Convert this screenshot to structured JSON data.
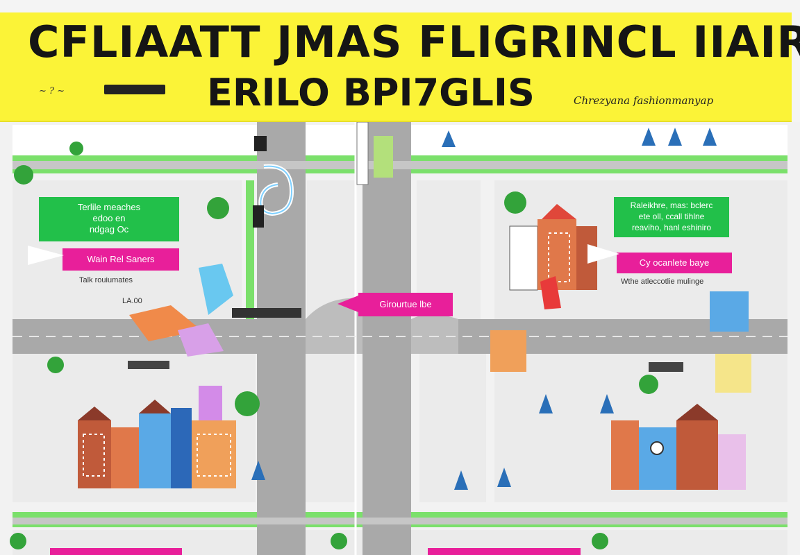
{
  "banner": {
    "title_line1": "CFLIAATT JMAS FLIGRINCL IIAIRБ",
    "title_line2": "ERILO BPI7GLIS",
    "left_note": "~ ? ~",
    "right_note": "Chrezyana fashionmanyap",
    "caret": "▾",
    "color": "#fbf337"
  },
  "labels": {
    "green_left": [
      "Terlile meaches",
      "edoo en",
      "ndgag Oc"
    ],
    "pink_left": "Wain Rel Saners",
    "caption_left": "Talk    rouiumates",
    "caption_left2": "LA.00",
    "pink_center": "Girourtue lbe",
    "green_right": [
      "Raleikhre, mas: bclerc",
      "ete oll, ccall tihlne",
      "reaviho, hanl eshiniro"
    ],
    "pink_right": "Cy ocanlete baye",
    "caption_right": "Wthe atleccotlie mulinge"
  },
  "colors": {
    "road": "#a9a9a9",
    "road_edge": "#d8d8d8",
    "grass": "#7be06b",
    "block": "#ebebeb",
    "label_green": "#22c04a",
    "label_pink": "#e81f9a"
  }
}
